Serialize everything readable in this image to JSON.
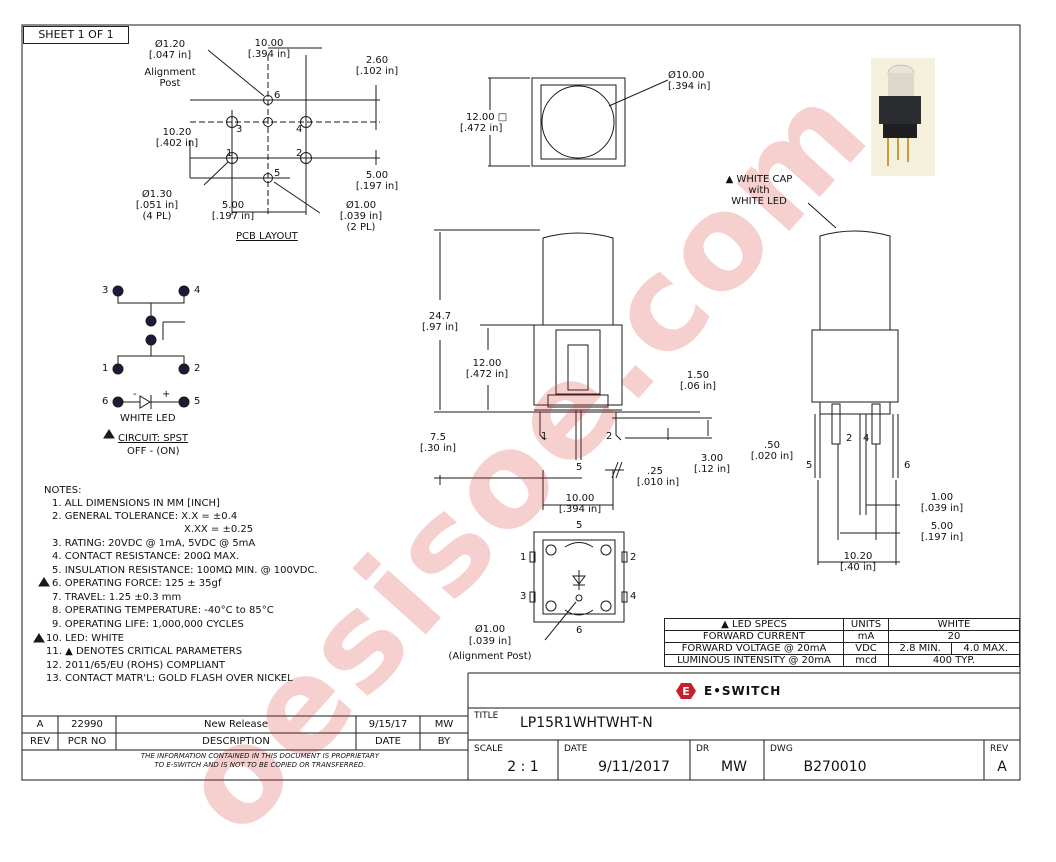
{
  "sheet": "SHEET 1 OF 1",
  "pcb_layout": {
    "dim_post_dia": "Ø1.20",
    "dim_post_dia_in": "[.047 in]",
    "alignment_post": "Alignment\nPost",
    "dim_10_00": "10.00",
    "dim_10_00_in": "[.394 in]",
    "dim_2_60": "2.60",
    "dim_2_60_in": "[.102 in]",
    "dim_10_20": "10.20",
    "dim_10_20_in": "[.402 in]",
    "dim_5_00_v": "5.00",
    "dim_5_00_v_in": "[.197 in]",
    "dim_1_30": "Ø1.30",
    "dim_1_30_in": "[.051 in]",
    "dim_1_30_pl": "(4 PL)",
    "dim_5_00_h": "5.00",
    "dim_5_00_h_in": "[.197 in]",
    "dim_1_00": "Ø1.00",
    "dim_1_00_in": "[.039 in]",
    "dim_1_00_pl": "(2 PL)",
    "caption": "PCB LAYOUT",
    "pins": [
      "1",
      "2",
      "3",
      "4",
      "5",
      "6"
    ]
  },
  "circuit": {
    "pins": [
      "1",
      "2",
      "3",
      "4",
      "5",
      "6"
    ],
    "led_label": "WHITE LED",
    "caption": "CIRCUIT: SPST",
    "mode": "OFF - (ON)",
    "minus": "-",
    "plus": "+"
  },
  "notes_title": "NOTES:",
  "notes": [
    "1. ALL DIMENSIONS IN MM [INCH]",
    "2. GENERAL TOLERANCE: X.X = ±0.4",
    "X.XX = ±0.25",
    "3. RATING: 20VDC @ 1mA, 5VDC @ 5mA",
    "4. CONTACT RESISTANCE: 200Ω  MAX.",
    "5. INSULATION RESISTANCE: 100MΩ  MIN. @ 100VDC.",
    "6. OPERATING FORCE: 125 ± 35gf",
    "7. TRAVEL: 1.25 ±0.3 mm",
    "8. OPERATING TEMPERATURE: -40°C to 85°C",
    "9. OPERATING LIFE: 1,000,000 CYCLES",
    "10. LED: WHITE",
    "11. ▲ DENOTES CRITICAL PARAMETERS",
    "12. 2011/65/EU (ROHS) COMPLIANT",
    "13. CONTACT MATR'L: GOLD FLASH OVER NICKEL"
  ],
  "top_view": {
    "dim_12": "12.00 □",
    "dim_12_in": "[.472 in]",
    "dim_dia10": "Ø10.00",
    "dim_dia10_in": "[.394 in]"
  },
  "front_view": {
    "dim_24_7": "24.7",
    "dim_24_7_in": "[.97 in]",
    "dim_12": "12.00",
    "dim_12_in": "[.472 in]",
    "dim_1_50": "1.50",
    "dim_1_50_in": "[.06 in]",
    "dim_7_5": "7.5",
    "dim_7_5_in": "[.30 in]",
    "dim_3_00": "3.00",
    "dim_3_00_in": "[.12 in]",
    "dim_25": ".25",
    "dim_25_in": "[.010 in]",
    "dim_10": "10.00",
    "dim_10_in": "[.394 in]",
    "pin1": "1",
    "pin2": "2",
    "pin5": "5"
  },
  "side_view": {
    "cap_label": "▲ WHITE CAP\nwith\nWHITE LED",
    "dim_50": ".50",
    "dim_50_in": "[.020 in]",
    "dim_1_00": "1.00",
    "dim_1_00_in": "[.039 in]",
    "dim_5_00": "5.00",
    "dim_5_00_in": "[.197 in]",
    "dim_10_20": "10.20",
    "dim_10_20_in": "[.40 in]",
    "pin2": "2",
    "pin4": "4",
    "pin5": "5",
    "pin6": "6"
  },
  "bottom_view": {
    "pins": [
      "1",
      "2",
      "3",
      "4",
      "5",
      "6"
    ],
    "dim_post": "Ø1.00",
    "dim_post_in": "[.039 in]",
    "post_label": "(Alignment Post)"
  },
  "led_specs": {
    "header": [
      "▲ LED SPECS",
      "UNITS",
      "WHITE"
    ],
    "rows": [
      {
        "name": "FORWARD CURRENT",
        "unit": "mA",
        "vals": [
          "20"
        ]
      },
      {
        "name": "FORWARD VOLTAGE @ 20mA",
        "unit": "VDC",
        "vals": [
          "2.8 MIN.",
          "4.0 MAX."
        ]
      },
      {
        "name": "LUMINOUS INTENSITY @ 20mA",
        "unit": "mcd",
        "vals": [
          "400 TYP."
        ]
      }
    ]
  },
  "revisions": {
    "row": {
      "rev": "A",
      "pcr": "22990",
      "desc": "New Release",
      "date": "9/15/17",
      "by": "MW"
    },
    "header": {
      "rev": "REV",
      "pcr": "PCR NO",
      "desc": "DESCRIPTION",
      "date": "DATE",
      "by": "BY"
    },
    "disclaimer": "THE INFORMATION CONTAINED IN THIS DOCUMENT IS PROPRIETARY\nTO E-SWITCH AND IS NOT TO BE COPIED OR TRANSFERRED."
  },
  "title_block": {
    "company": "E•SWITCH",
    "title_label": "TITLE",
    "title": "LP15R1WHTWHT-N",
    "scale_label": "SCALE",
    "scale": "2 : 1",
    "date_label": "DATE",
    "date": "9/11/2017",
    "dr_label": "DR",
    "dr": "MW",
    "dwg_label": "DWG",
    "dwg": "B270010",
    "rev_label": "REV",
    "rev": "A"
  },
  "watermark": "oesisoe.com",
  "colors": {
    "watermark": "#d92b2b",
    "logo": "#c8202a",
    "line": "#1a1a1a"
  }
}
